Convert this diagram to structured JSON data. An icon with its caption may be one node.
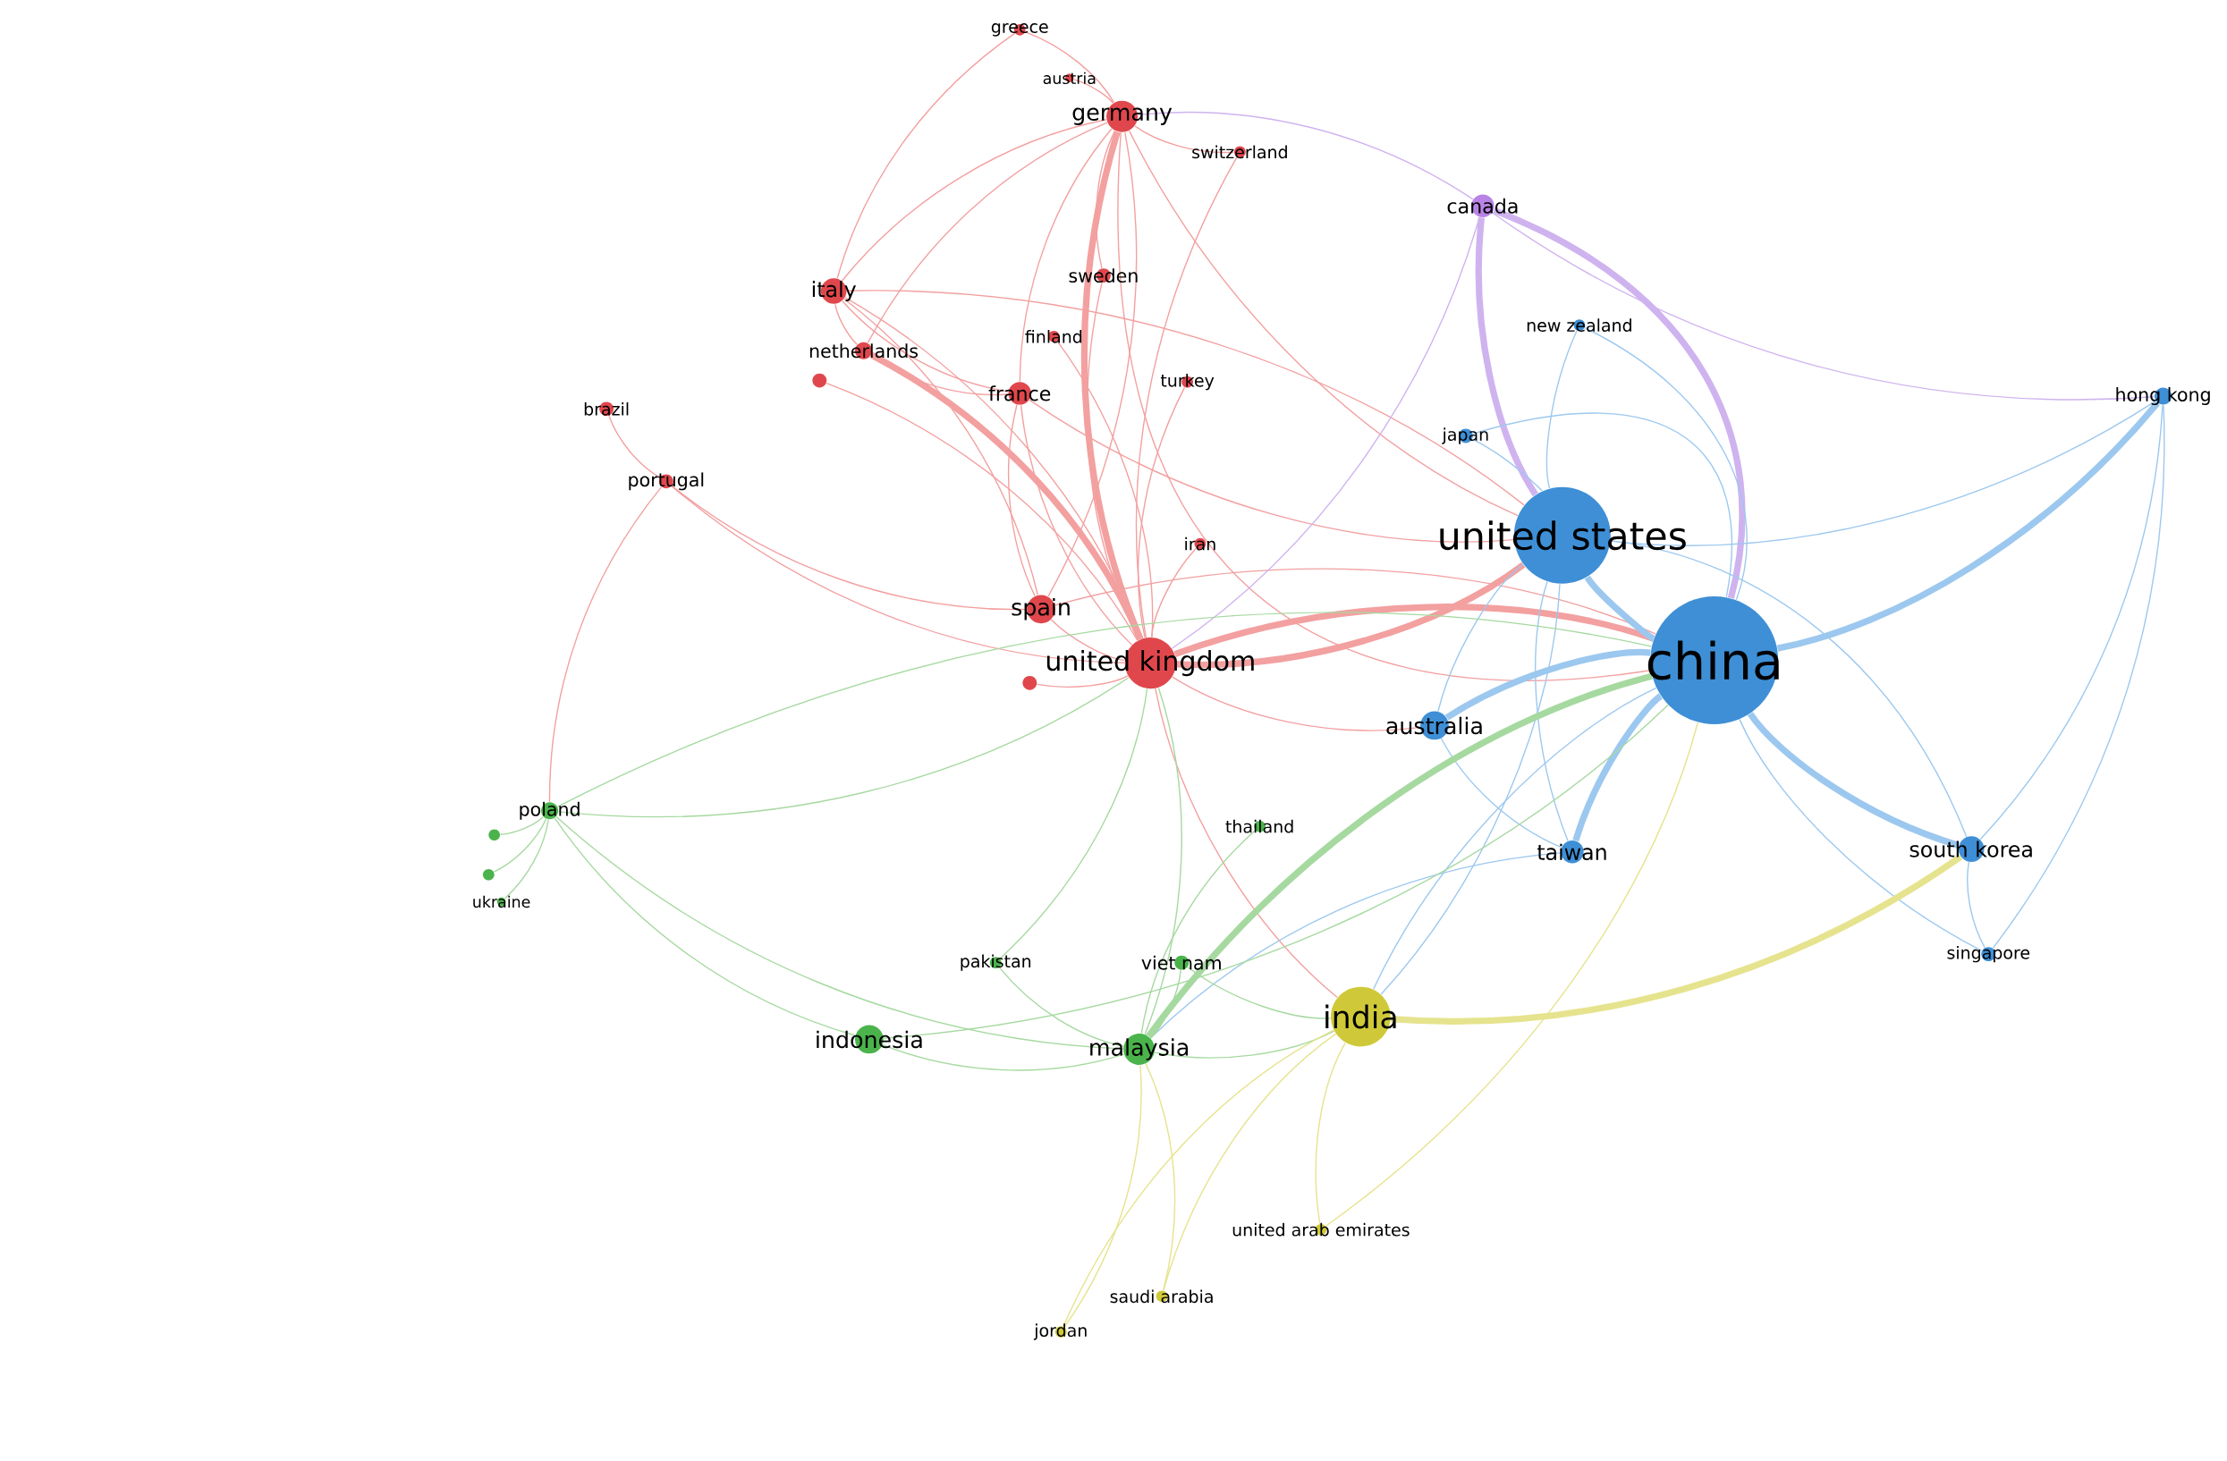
{
  "diagram": {
    "nodes": [
      {
        "text": [
          "greece"
        ]
      },
      {
        "text": [
          "austria"
        ]
      },
      {
        "text": [
          "germany"
        ]
      },
      {
        "text": [
          "switzerland"
        ]
      },
      {
        "text": [
          "italy"
        ]
      },
      {
        "text": [
          "sweden"
        ]
      },
      {
        "text": [
          "finland"
        ]
      },
      {
        "text": [
          "netherlands"
        ]
      },
      {
        "text": [],
        "shape": "circle"
      },
      {
        "text": [
          "france"
        ]
      },
      {
        "text": [
          "turkey"
        ]
      },
      {
        "text": [
          "brazil"
        ]
      },
      {
        "text": [
          "portugal"
        ]
      },
      {
        "text": [
          "iran"
        ]
      },
      {
        "text": [
          "spain"
        ]
      },
      {
        "text": [
          "united kingdom"
        ]
      },
      {
        "text": [],
        "shape": "circle"
      },
      {
        "text": [
          "canada"
        ]
      },
      {
        "text": [
          "new zealand"
        ]
      },
      {
        "text": [
          "hong kong"
        ]
      },
      {
        "text": [
          "japan"
        ]
      },
      {
        "text": [
          "united states"
        ]
      },
      {
        "text": [
          "china"
        ]
      },
      {
        "text": [
          "australia"
        ]
      },
      {
        "text": [
          "taiwan"
        ]
      },
      {
        "text": [
          "south korea"
        ]
      },
      {
        "text": [
          "singapore"
        ]
      },
      {
        "text": [
          "poland"
        ]
      },
      {
        "text": [],
        "shape": "circle"
      },
      {
        "text": [],
        "shape": "circle"
      },
      {
        "text": [
          "ukraine"
        ]
      },
      {
        "text": [
          "thailand"
        ]
      },
      {
        "text": [
          "pakistan"
        ]
      },
      {
        "text": [
          "viet nam"
        ]
      },
      {
        "text": [
          "indonesia"
        ]
      },
      {
        "text": [
          "malaysia"
        ]
      },
      {
        "text": [
          "india"
        ]
      },
      {
        "text": [
          "united arab emirates"
        ]
      },
      {
        "text": [
          "saudi arabia"
        ]
      },
      {
        "text": [
          "jordan"
        ]
      }
    ],
    "edges": [
      {
        "from": 2,
        "to": 15,
        "arrow": "none",
        "color": "#f3a0a0",
        "style": "thick"
      },
      {
        "from": 2,
        "to": 9,
        "arrow": "none",
        "color": "#f3a0a0"
      },
      {
        "from": 2,
        "to": 4,
        "arrow": "none",
        "color": "#f3a0a0"
      },
      {
        "from": 2,
        "to": 7,
        "arrow": "none",
        "color": "#f3a0a0"
      },
      {
        "from": 2,
        "to": 14,
        "arrow": "none",
        "color": "#f3a0a0"
      },
      {
        "from": 2,
        "to": 5,
        "arrow": "none",
        "color": "#f3a0a0"
      },
      {
        "from": 2,
        "to": 3,
        "arrow": "none",
        "color": "#f3a0a0"
      },
      {
        "from": 2,
        "to": 1,
        "arrow": "none",
        "color": "#f3a0a0"
      },
      {
        "from": 2,
        "to": 0,
        "arrow": "none",
        "color": "#f3a0a0"
      },
      {
        "from": 4,
        "to": 15,
        "arrow": "none",
        "color": "#f3a0a0"
      },
      {
        "from": 4,
        "to": 9,
        "arrow": "none",
        "color": "#f3a0a0"
      },
      {
        "from": 4,
        "to": 7,
        "arrow": "none",
        "color": "#f3a0a0"
      },
      {
        "from": 4,
        "to": 14,
        "arrow": "none",
        "color": "#f3a0a0"
      },
      {
        "from": 7,
        "to": 15,
        "arrow": "none",
        "color": "#f3a0a0",
        "style": "thick"
      },
      {
        "from": 7,
        "to": 9,
        "arrow": "none",
        "color": "#f3a0a0"
      },
      {
        "from": 9,
        "to": 15,
        "arrow": "none",
        "color": "#f3a0a0"
      },
      {
        "from": 9,
        "to": 14,
        "arrow": "none",
        "color": "#f3a0a0"
      },
      {
        "from": 14,
        "to": 15,
        "arrow": "none",
        "color": "#f3a0a0"
      },
      {
        "from": 5,
        "to": 15,
        "arrow": "none",
        "color": "#f3a0a0"
      },
      {
        "from": 6,
        "to": 15,
        "arrow": "none",
        "color": "#f3a0a0"
      },
      {
        "from": 12,
        "to": 15,
        "arrow": "none",
        "color": "#f3a0a0"
      },
      {
        "from": 11,
        "to": 12,
        "arrow": "none",
        "color": "#f3a0a0"
      },
      {
        "from": 12,
        "to": 14,
        "arrow": "none",
        "color": "#f3a0a0"
      },
      {
        "from": 0,
        "to": 4,
        "arrow": "none",
        "color": "#f3a0a0"
      },
      {
        "from": 10,
        "to": 15,
        "arrow": "none",
        "color": "#f3a0a0"
      },
      {
        "from": 3,
        "to": 15,
        "arrow": "none",
        "color": "#f3a0a0"
      },
      {
        "from": 13,
        "to": 15,
        "arrow": "none",
        "color": "#f3a0a0"
      },
      {
        "from": 8,
        "to": 15,
        "arrow": "none",
        "color": "#f3a0a0"
      },
      {
        "from": 16,
        "to": 15,
        "arrow": "none",
        "color": "#f3a0a0"
      },
      {
        "from": 2,
        "to": 21,
        "arrow": "none",
        "color": "#f3a0a0"
      },
      {
        "from": 15,
        "to": 21,
        "arrow": "none",
        "color": "#f3a0a0",
        "style": "thick"
      },
      {
        "from": 15,
        "to": 22,
        "arrow": "none",
        "color": "#f3a0a0",
        "style": "thick"
      },
      {
        "from": 15,
        "to": 23,
        "arrow": "none",
        "color": "#f3a0a0"
      },
      {
        "from": 2,
        "to": 22,
        "arrow": "none",
        "color": "#f3a0a0"
      },
      {
        "from": 4,
        "to": 21,
        "arrow": "none",
        "color": "#f3a0a0"
      },
      {
        "from": 14,
        "to": 22,
        "arrow": "none",
        "color": "#f3a0a0"
      },
      {
        "from": 9,
        "to": 21,
        "arrow": "none",
        "color": "#f3a0a0"
      },
      {
        "from": 15,
        "to": 36,
        "arrow": "none",
        "color": "#f3a0a0"
      },
      {
        "from": 12,
        "to": 27,
        "arrow": "none",
        "color": "#f3a0a0"
      },
      {
        "from": 17,
        "to": 21,
        "arrow": "none",
        "color": "#cfb3ef",
        "style": "thick"
      },
      {
        "from": 17,
        "to": 22,
        "arrow": "none",
        "color": "#cfb3ef",
        "style": "thick"
      },
      {
        "from": 17,
        "to": 2,
        "arrow": "none",
        "color": "#cfb3ef"
      },
      {
        "from": 17,
        "to": 15,
        "arrow": "none",
        "color": "#cfb3ef"
      },
      {
        "from": 17,
        "to": 19,
        "arrow": "none",
        "color": "#cfb3ef"
      },
      {
        "from": 21,
        "to": 22,
        "arrow": "none",
        "color": "#9cc8ef",
        "style": "thick"
      },
      {
        "from": 22,
        "to": 19,
        "arrow": "none",
        "color": "#9cc8ef",
        "style": "thick"
      },
      {
        "from": 21,
        "to": 19,
        "arrow": "none",
        "color": "#9cc8ef"
      },
      {
        "from": 22,
        "to": 25,
        "arrow": "none",
        "color": "#9cc8ef",
        "style": "thick"
      },
      {
        "from": 22,
        "to": 24,
        "arrow": "none",
        "color": "#9cc8ef",
        "style": "thick"
      },
      {
        "from": 22,
        "to": 23,
        "arrow": "none",
        "color": "#9cc8ef",
        "style": "thick"
      },
      {
        "from": 21,
        "to": 23,
        "arrow": "none",
        "color": "#9cc8ef"
      },
      {
        "from": 21,
        "to": 24,
        "arrow": "none",
        "color": "#9cc8ef"
      },
      {
        "from": 22,
        "to": 26,
        "arrow": "none",
        "color": "#9cc8ef"
      },
      {
        "from": 25,
        "to": 26,
        "arrow": "none",
        "color": "#9cc8ef"
      },
      {
        "from": 21,
        "to": 20,
        "arrow": "none",
        "color": "#9cc8ef"
      },
      {
        "from": 22,
        "to": 20,
        "arrow": "none",
        "color": "#9cc8ef"
      },
      {
        "from": 18,
        "to": 22,
        "arrow": "none",
        "color": "#9cc8ef"
      },
      {
        "from": 18,
        "to": 21,
        "arrow": "none",
        "color": "#9cc8ef"
      },
      {
        "from": 23,
        "to": 24,
        "arrow": "none",
        "color": "#9cc8ef"
      },
      {
        "from": 22,
        "to": 36,
        "arrow": "none",
        "color": "#9cc8ef"
      },
      {
        "from": 21,
        "to": 36,
        "arrow": "none",
        "color": "#9cc8ef"
      },
      {
        "from": 24,
        "to": 35,
        "arrow": "none",
        "color": "#9cc8ef"
      },
      {
        "from": 25,
        "to": 21,
        "arrow": "none",
        "color": "#9cc8ef"
      },
      {
        "from": 26,
        "to": 19,
        "arrow": "none",
        "color": "#9cc8ef"
      },
      {
        "from": 25,
        "to": 19,
        "arrow": "none",
        "color": "#9cc8ef"
      },
      {
        "from": 27,
        "to": 35,
        "arrow": "none",
        "color": "#a6d9a0"
      },
      {
        "from": 27,
        "to": 34,
        "arrow": "none",
        "color": "#a6d9a0"
      },
      {
        "from": 27,
        "to": 22,
        "arrow": "none",
        "color": "#a6d9a0"
      },
      {
        "from": 28,
        "to": 27,
        "arrow": "none",
        "color": "#a6d9a0"
      },
      {
        "from": 29,
        "to": 27,
        "arrow": "none",
        "color": "#a6d9a0"
      },
      {
        "from": 30,
        "to": 27,
        "arrow": "none",
        "color": "#a6d9a0"
      },
      {
        "from": 34,
        "to": 35,
        "arrow": "none",
        "color": "#a6d9a0"
      },
      {
        "from": 35,
        "to": 22,
        "arrow": "none",
        "color": "#a6d9a0",
        "style": "thick"
      },
      {
        "from": 35,
        "to": 36,
        "arrow": "none",
        "color": "#a6d9a0"
      },
      {
        "from": 35,
        "to": 33,
        "arrow": "none",
        "color": "#a6d9a0"
      },
      {
        "from": 32,
        "to": 35,
        "arrow": "none",
        "color": "#a6d9a0"
      },
      {
        "from": 31,
        "to": 35,
        "arrow": "none",
        "color": "#a6d9a0"
      },
      {
        "from": 33,
        "to": 36,
        "arrow": "none",
        "color": "#a6d9a0"
      },
      {
        "from": 35,
        "to": 15,
        "arrow": "none",
        "color": "#a6d9a0"
      },
      {
        "from": 34,
        "to": 22,
        "arrow": "none",
        "color": "#a6d9a0"
      },
      {
        "from": 27,
        "to": 15,
        "arrow": "none",
        "color": "#a6d9a0"
      },
      {
        "from": 32,
        "to": 15,
        "arrow": "none",
        "color": "#a6d9a0"
      },
      {
        "from": 36,
        "to": 37,
        "arrow": "none",
        "color": "#e6e38e"
      },
      {
        "from": 36,
        "to": 38,
        "arrow": "none",
        "color": "#e6e38e"
      },
      {
        "from": 36,
        "to": 39,
        "arrow": "none",
        "color": "#e6e38e"
      },
      {
        "from": 37,
        "to": 22,
        "arrow": "none",
        "color": "#e6e38e"
      },
      {
        "from": 38,
        "to": 35,
        "arrow": "none",
        "color": "#e6e38e"
      },
      {
        "from": 39,
        "to": 35,
        "arrow": "none",
        "color": "#e6e38e"
      },
      {
        "from": 36,
        "to": 25,
        "arrow": "none",
        "color": "#e6e38e",
        "style": "thick"
      }
    ]
  }
}
